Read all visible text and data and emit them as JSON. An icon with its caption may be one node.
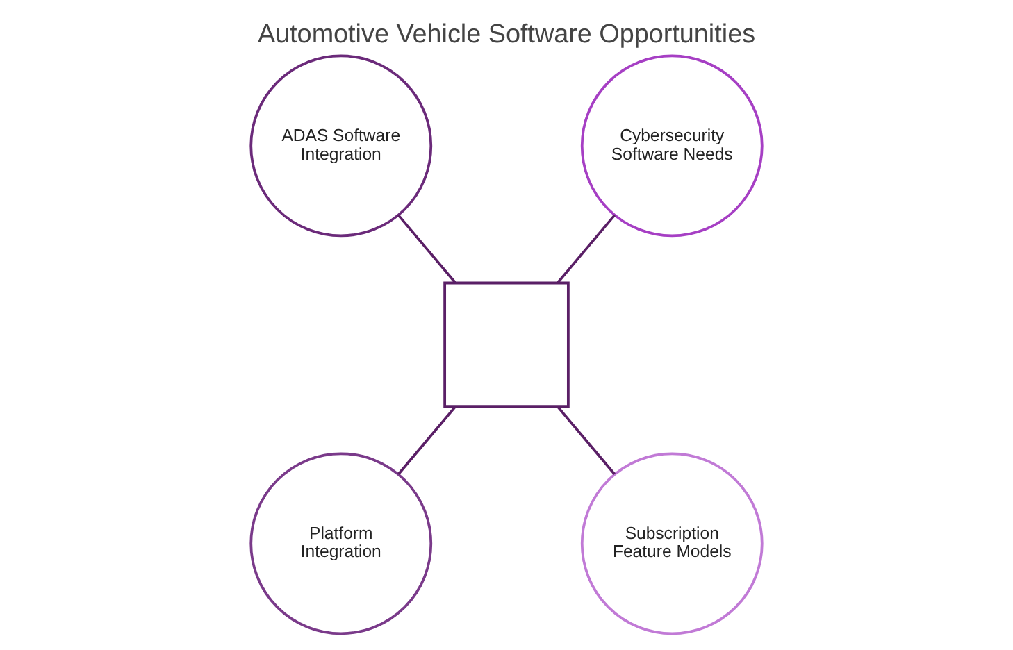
{
  "diagram": {
    "title": "Automotive Vehicle Software Opportunities",
    "nodes": [
      {
        "text": [],
        "shape": "box"
      },
      {
        "text": [
          "ADAS Software Integration"
        ]
      },
      {
        "text": [
          "Cybersecurity Software Needs"
        ]
      },
      {
        "text": [
          "Platform Integration"
        ]
      },
      {
        "text": [
          "Subscription Feature Models"
        ]
      }
    ],
    "edges": [
      {
        "from": 0,
        "to": 1,
        "arrow": "none"
      },
      {
        "from": 0,
        "to": 2,
        "arrow": "none"
      },
      {
        "from": 0,
        "to": 3,
        "arrow": "none"
      },
      {
        "from": 0,
        "to": 4,
        "arrow": "none"
      }
    ]
  }
}
